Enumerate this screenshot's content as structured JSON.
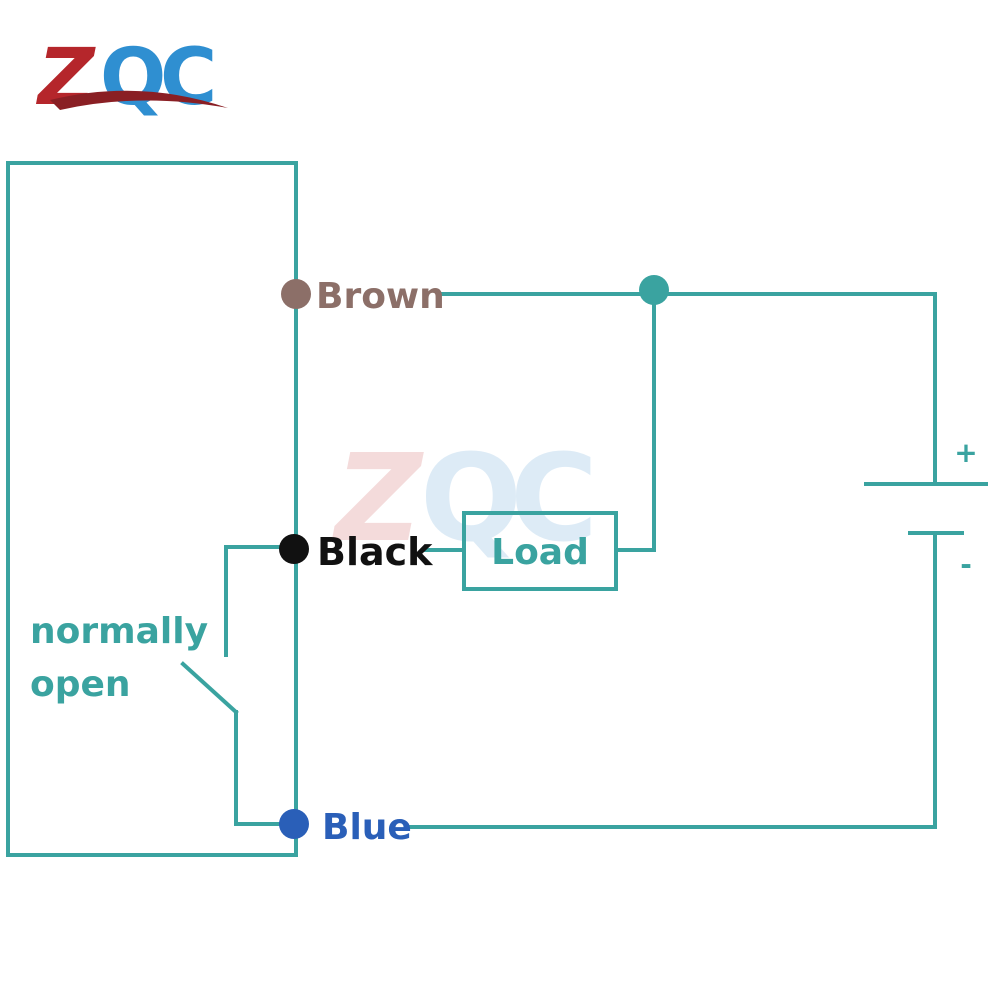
{
  "logo": {
    "text": "ZQC",
    "colors": {
      "z": "#b5262b",
      "q": "#2f8fd1",
      "c": "#2f8fd1",
      "swoosh": "#8a1f24"
    }
  },
  "watermark": {
    "text": "ZQC"
  },
  "diagram": {
    "wire_color": "#3aa3a0",
    "terminals": [
      {
        "id": "brown",
        "label": "Brown",
        "color": "#8c6f68"
      },
      {
        "id": "black",
        "label": "Black",
        "color": "#111111"
      },
      {
        "id": "blue",
        "label": "Blue",
        "color": "#2a5fb8"
      }
    ],
    "load_label": "Load",
    "switch_label_line1": "normally",
    "switch_label_line2": "open",
    "battery": {
      "positive": "+",
      "negative": "-"
    }
  }
}
